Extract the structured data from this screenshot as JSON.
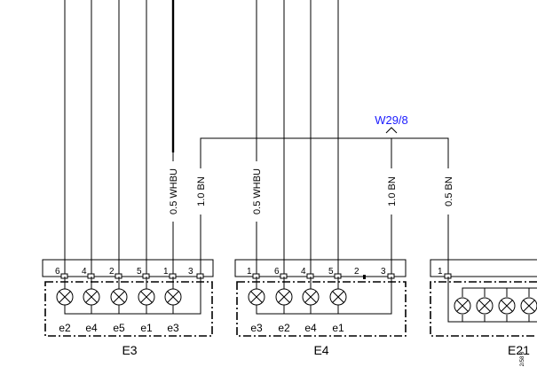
{
  "colors": {
    "line": "#000000",
    "junction_label": "#1a1aff",
    "background": "#ffffff"
  },
  "junction": {
    "name": "W29/8"
  },
  "wire_labels": {
    "e3_pin1": "0.5 WHBU",
    "e3_pin3": "1.0 BN",
    "e4_pin1": "0.5 WHBU",
    "e4_pin3": "1.0 BN",
    "e21_pin1": "0.5 BN"
  },
  "components": [
    {
      "id": "E3",
      "label": "E3",
      "pins": [
        "6",
        "4",
        "2",
        "5",
        "1",
        "3"
      ],
      "lamps": [
        "e2",
        "e4",
        "e5",
        "e1",
        "e3"
      ]
    },
    {
      "id": "E4",
      "label": "E4",
      "pins": [
        "1",
        "6",
        "4",
        "5",
        "2",
        "3"
      ],
      "lamps": [
        "e3",
        "e2",
        "e4",
        "e1"
      ]
    },
    {
      "id": "E21",
      "label": "E21",
      "pins": [
        "1"
      ],
      "lamps": []
    }
  ],
  "side_text": "2/58 8"
}
